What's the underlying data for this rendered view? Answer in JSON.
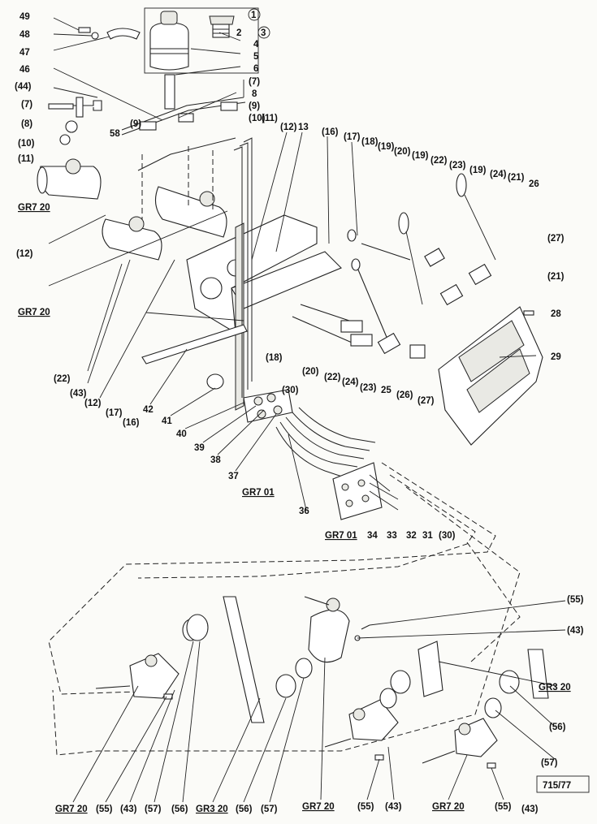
{
  "labels": {
    "l49": "49",
    "l48": "48",
    "l47": "47",
    "l46": "46",
    "l44": "(44)",
    "l7a": "(7)",
    "l8a": "(8)",
    "l10a": "(10)",
    "l11a": "(11)",
    "gr720a": "GR7 20",
    "l12a": "(12)",
    "gr720b": "GR7 20",
    "c1": "1",
    "c2": "2",
    "c3": "3",
    "l4": "4",
    "l5": "5",
    "l6": "6",
    "l7b": "(7)",
    "l8b": "8",
    "l9a": "(9)",
    "l9b": "(9)",
    "l58": "58",
    "l10b": "(10)",
    "l11b": "(11)",
    "l12b": "(12)",
    "l13": "13",
    "l16a": "(16)",
    "l17a": "(17)",
    "l18a": "(18)",
    "l19a": "(19)",
    "l20a": "(20)",
    "l19b": "(19)",
    "l22a": "(22)",
    "l23a": "(23)",
    "l19c": "(19)",
    "l24a": "(24)",
    "l21a": "(21)",
    "l26a": "26",
    "l27a": "(27)",
    "l21b": "(21)",
    "l28": "28",
    "l29": "29",
    "l18b": "(18)",
    "l20b": "(20)",
    "l22b": "(22)",
    "l24b": "(24)",
    "l23b": "(23)",
    "l25": "25",
    "l26b": "(26)",
    "l27b": "(27)",
    "l22c": "(22)",
    "l43a": "(43)",
    "l12c": "(12)",
    "l17b": "(17)",
    "l16b": "(16)",
    "l42": "42",
    "l41": "41",
    "l40": "40",
    "l39": "39",
    "l38": "38",
    "l37": "37",
    "gr701a": "GR7 01",
    "l30a": "(30)",
    "l36": "36",
    "gr701b": "GR7 01",
    "l34": "34",
    "l33": "33",
    "l32": "32",
    "l31": "31",
    "l30b": "(30)",
    "l55a": "(55)",
    "l43b": "(43)",
    "gr320a": "GR3 20",
    "l56a": "(56)",
    "l57a": "(57)",
    "ref": "715/77",
    "b1": "GR7 20",
    "b2": "(55)",
    "b3": "(43)",
    "b4": "(57)",
    "b5": "(56)",
    "b6": "GR3 20",
    "b7": "(56)",
    "b8": "(57)",
    "b9": "GR7 20",
    "b10": "(55)",
    "b11": "(43)",
    "b12": "GR7 20",
    "b13": "(55)",
    "b14": "(43)"
  }
}
